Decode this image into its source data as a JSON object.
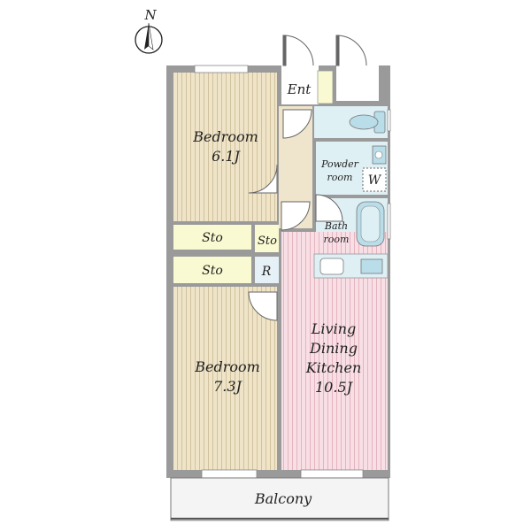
{
  "compass": {
    "north_label": "N"
  },
  "rooms": {
    "entrance": {
      "label": "Ent"
    },
    "bedroom_north": {
      "name": "Bedroom",
      "size": "6.1J"
    },
    "storage_upper_left": {
      "label": "Sto"
    },
    "storage_upper_small": {
      "label": "Sto"
    },
    "storage_lower_left": {
      "label": "Sto"
    },
    "refrigerator": {
      "label": "R"
    },
    "bedroom_south": {
      "name": "Bedroom",
      "size": "7.3J"
    },
    "powder_room": {
      "line1": "Powder",
      "line2": "room"
    },
    "washer": {
      "label": "W"
    },
    "bath_room": {
      "line1": "Bath",
      "line2": "room"
    },
    "ldk": {
      "line1": "Living",
      "line2": "Dining",
      "line3": "Kitchen",
      "size": "10.5J"
    },
    "balcony": {
      "label": "Balcony"
    }
  },
  "colors": {
    "wall": "#9a9a9a",
    "bedroom_floor": "#efe4c8",
    "hall_floor": "#efe4cc",
    "storage_floor": "#fafad2",
    "ldk_floor": "#f7dfe5",
    "wet_area_floor": "#dff0f5",
    "fixture": "#b9dde9",
    "balcony_floor": "#f4f4f4"
  }
}
